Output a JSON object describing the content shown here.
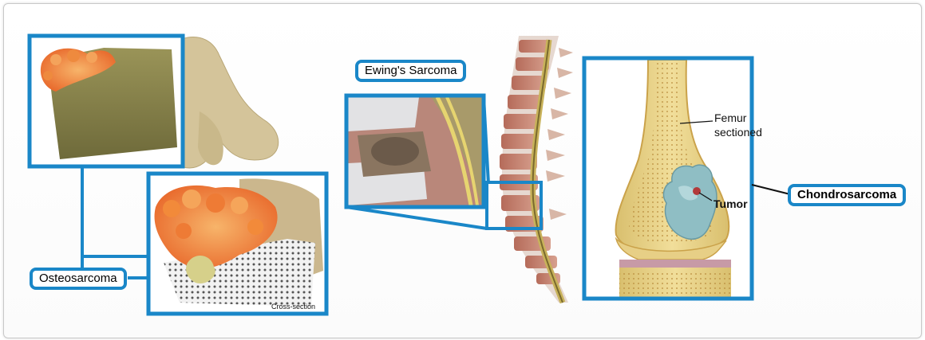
{
  "labels": {
    "osteosarcoma": "Osteosarcoma",
    "ewing": "Ewing's Sarcoma",
    "chondrosarcoma": "Chondrosarcoma"
  },
  "annotations": {
    "femur_line1": "Femur",
    "femur_line2": "sectioned",
    "tumor": "Tumor",
    "cross_section": "Cross-section"
  },
  "colors": {
    "accent": "#1a87c8",
    "bone": "#e9d29a",
    "tumor_orange": "#f07a2a",
    "cartilage_tumor": "#8fbec4"
  },
  "icons": [
    "vertebra-illustration",
    "spine-illustration",
    "femur-illustration"
  ]
}
